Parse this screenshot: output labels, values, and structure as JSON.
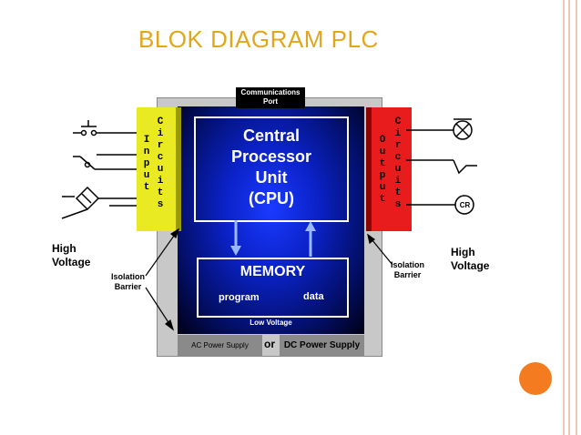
{
  "title": "BLOK DIAGRAM PLC",
  "communications_port": "Communications\nPort",
  "input_panel": {
    "word1": "Input",
    "word2": "Circuits"
  },
  "output_panel": {
    "word1": "Output",
    "word2": "Circuits"
  },
  "cpu_label": "Central\nProcessor\nUnit\n(CPU)",
  "memory": {
    "title": "MEMORY",
    "program": "program",
    "data": "data"
  },
  "low_voltage": "Low Voltage",
  "ac_power_supply": "AC Power Supply",
  "or_label": "or",
  "dc_power_supply": "DC Power Supply",
  "high_voltage_left": "High\nVoltage",
  "high_voltage_right": "High\nVoltage",
  "isolation_barrier_left": "Isolation\nBarrier",
  "isolation_barrier_right": "Isolation\nBarrier",
  "coil_label": "CR",
  "colors": {
    "title": "#e2a61a",
    "input_panel": "#eaea22",
    "output_panel": "#e81c1c",
    "cpu_background": "#0b22c8",
    "accent_dot": "#f47b20"
  },
  "icons": [
    "pushbutton-switch-icon",
    "limit-switch-icon",
    "proximity-switch-icon",
    "lamp-icon",
    "solenoid-icon",
    "relay-coil-icon"
  ]
}
